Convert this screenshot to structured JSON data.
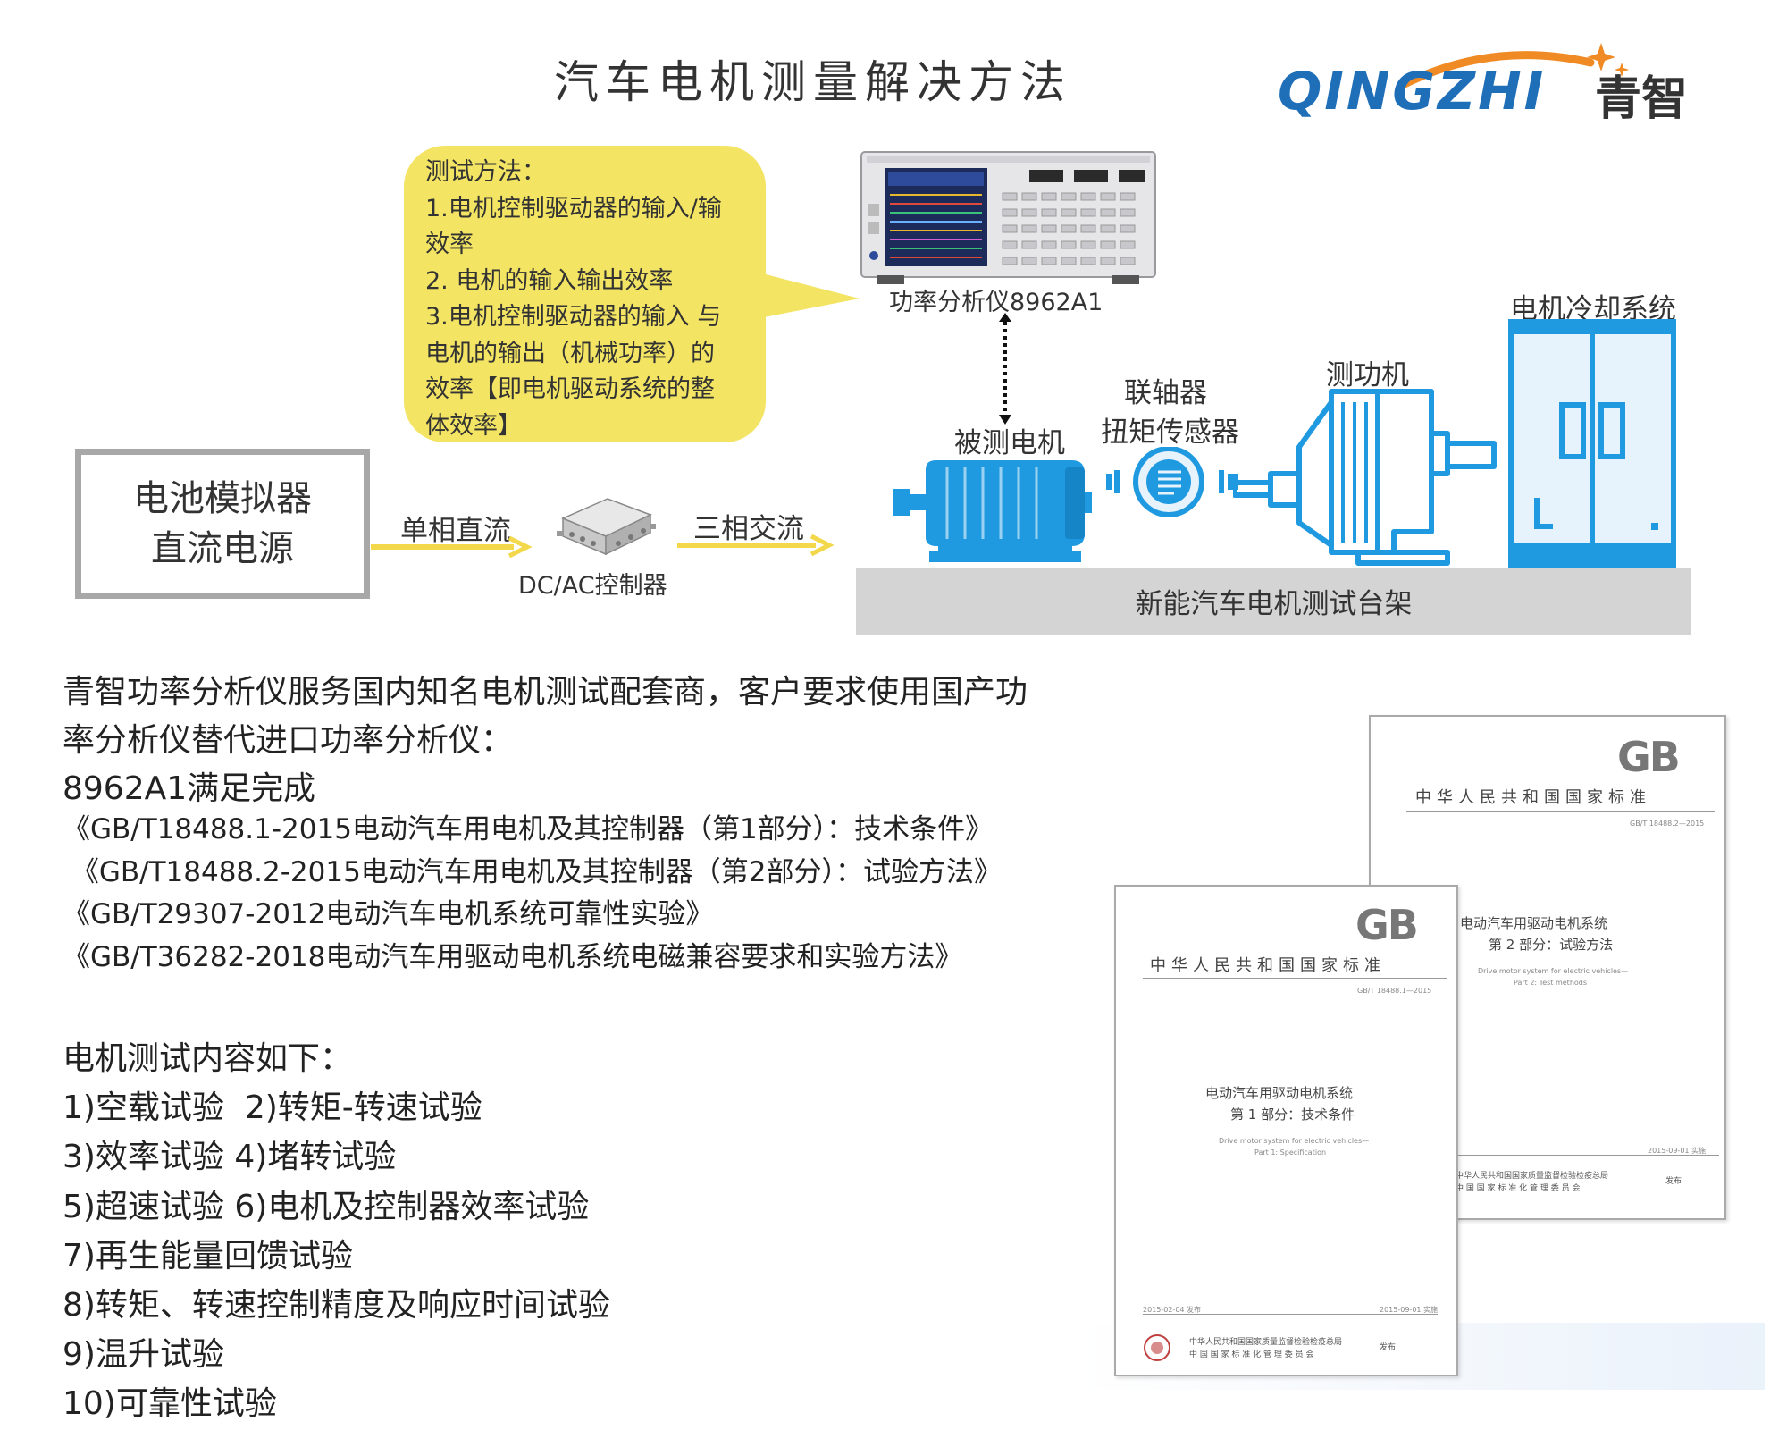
{
  "title": "汽车电机测量解决方法",
  "logo": {
    "latin": "QINGZHI",
    "cn": "青智"
  },
  "bubble": {
    "lines": [
      "测试方法：",
      "1.电机控制驱动器的输入/输",
      "效率",
      "2. 电机的输入输出效率",
      "3.电机控制驱动器的输入 与",
      "电机的输出（机械功率）的",
      "效率【即电机驱动系统的整",
      "体效率】"
    ]
  },
  "diagram": {
    "analyzer_label": "功率分析仪8962A1",
    "battery_line1": "电池模拟器",
    "battery_line2": "直流电源",
    "single_phase_dc": "单相直流",
    "controller_label": "DC/AC控制器",
    "three_phase_ac": "三相交流",
    "motor_label": "被测电机",
    "coupling_label": "联轴器",
    "torque_sensor_label": "扭矩传感器",
    "dyno_label": "测功机",
    "cooling_label": "电机冷却系统",
    "bench_label": "新能汽车电机测试台架",
    "colors": {
      "blue": "#1f9ae0",
      "arrow_yellow": "#f2d84a",
      "bubble": "#f3e463"
    }
  },
  "intro": [
    "青智功率分析仪服务国内知名电机测试配套商，客户要求使用国产功",
    "率分析仪替代进口功率分析仪：",
    "8962A1满足完成"
  ],
  "standards": [
    "《GB/T18488.1-2015电动汽车用电机及其控制器（第1部分）：技术条件》",
    " 《GB/T18488.2-2015电动汽车用电机及其控制器（第2部分）：试验方法》",
    "《GB/T29307-2012电动汽车电机系统可靠性实验》",
    "《GB/T36282-2018电动汽车用驱动电机系统电磁兼容要求和实验方法》"
  ],
  "tests": [
    "电机测试内容如下：",
    "1)空载试验  2)转矩-转速试验",
    "3)效率试验 4)堵转试验",
    "5)超速试验 6)电机及控制器效率试验",
    "7)再生能量回馈试验",
    "8)转矩、转速控制精度及响应时间试验",
    "9)温升试验",
    "10)可靠性试验"
  ],
  "docs": {
    "back": {
      "gb": "GB",
      "natl": "中华人民共和国国家标准",
      "code": "GB/T 18488.2—2015",
      "title1": "电动汽车用驱动电机系统",
      "title2": "第 2 部分：试验方法",
      "en1": "Drive motor system for electric vehicles—",
      "en2": "Part 2: Test methods",
      "date": "2015-09-01 实施",
      "org1": "中华人民共和国国家质量监督检验检疫总局",
      "org2": "中 国 国 家 标 准 化 管 理 委 员 会",
      "fabu": "发布"
    },
    "front": {
      "gb": "GB",
      "natl": "中华人民共和国国家标准",
      "code": "GB/T 18488.1—2015",
      "title1": "电动汽车用驱动电机系统",
      "title2": "第 1 部分：技术条件",
      "en1": "Drive motor system for electric vehicles—",
      "en2": "Part 1: Specification",
      "date_left": "2015-02-04 发布",
      "date_right": "2015-09-01 实施",
      "org1": "中华人民共和国国家质量监督检验检疫总局",
      "org2": "中 国 国 家 标 准 化 管 理 委 员 会",
      "fabu": "发布"
    }
  }
}
